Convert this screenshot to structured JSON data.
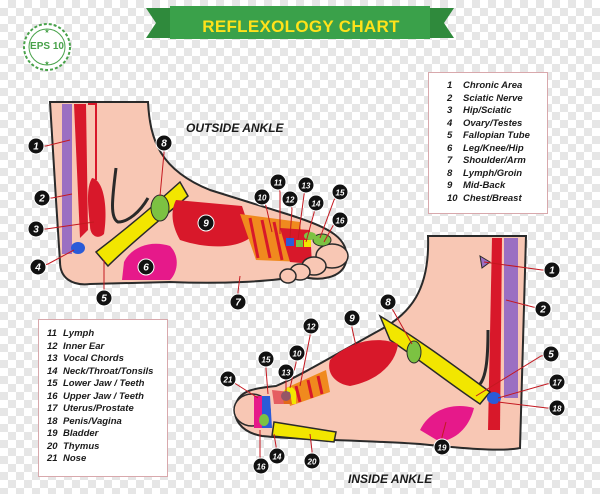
{
  "title": "REFLEXOLOGY CHART",
  "badge": "EPS 10",
  "outside_label": "OUTSIDE ANKLE",
  "inside_label": "INSIDE ANKLE",
  "legend_top": [
    {
      "num": "1",
      "label": "Chronic Area"
    },
    {
      "num": "2",
      "label": "Sciatic Nerve"
    },
    {
      "num": "3",
      "label": "Hip/Sciatic"
    },
    {
      "num": "4",
      "label": "Ovary/Testes"
    },
    {
      "num": "5",
      "label": "Fallopian Tube"
    },
    {
      "num": "6",
      "label": "Leg/Knee/Hip"
    },
    {
      "num": "7",
      "label": "Shoulder/Arm"
    },
    {
      "num": "8",
      "label": "Lymph/Groin"
    },
    {
      "num": "9",
      "label": "Mid-Back"
    },
    {
      "num": "10",
      "label": "Chest/Breast"
    }
  ],
  "legend_bottom": [
    {
      "num": "11",
      "label": "Lymph"
    },
    {
      "num": "12",
      "label": "Inner Ear"
    },
    {
      "num": "13",
      "label": "Vocal Chords"
    },
    {
      "num": "14",
      "label": "Neck/Throat/Tonsils"
    },
    {
      "num": "15",
      "label": "Lower Jaw / Teeth"
    },
    {
      "num": "16",
      "label": "Upper Jaw / Teeth"
    },
    {
      "num": "17",
      "label": "Uterus/Prostate"
    },
    {
      "num": "18",
      "label": "Penis/Vagina"
    },
    {
      "num": "19",
      "label": "Bladder"
    },
    {
      "num": "20",
      "label": "Thymus"
    },
    {
      "num": "21",
      "label": "Nose"
    }
  ],
  "outside_markers": [
    "1",
    "2",
    "3",
    "4",
    "5",
    "6",
    "7",
    "8",
    "9",
    "10",
    "11",
    "12",
    "13",
    "14",
    "15",
    "16"
  ],
  "inside_markers": [
    "1",
    "2",
    "5",
    "8",
    "9",
    "12",
    "10",
    "13",
    "15",
    "21",
    "14",
    "16",
    "20",
    "17",
    "18",
    "19"
  ],
  "colors": {
    "banner_green": "#3aa14a",
    "title_yellow": "#ffe21a",
    "skin": "#f8c7b4",
    "skin_outline": "#2a2a2a",
    "red_zone": "#d8182a",
    "yellow_zone": "#f2e600",
    "magenta_zone": "#e6198a",
    "purple_zone": "#9b6fc2",
    "blue_zone": "#2a5bd8",
    "green_zone": "#7cc242",
    "orange_zone": "#f08a1e"
  }
}
